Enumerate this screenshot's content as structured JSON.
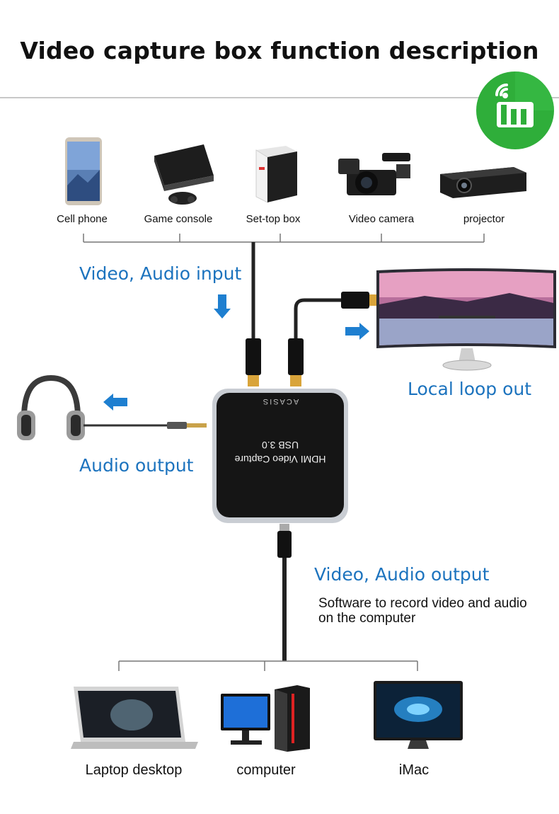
{
  "title": "Video capture box function description",
  "badge": {
    "icon": "wifi-store-logo-icon",
    "color": "#2fae3a"
  },
  "sources": [
    {
      "label": "Cell phone",
      "icon": "cell-phone-icon"
    },
    {
      "label": "Game console",
      "icon": "game-console-icon"
    },
    {
      "label": "Set-top box",
      "icon": "set-top-box-icon"
    },
    {
      "label": "Video camera",
      "icon": "video-camera-icon"
    },
    {
      "label": "projector",
      "icon": "projector-icon"
    }
  ],
  "labels": {
    "input": "Video, Audio input",
    "loop": "Local loop out",
    "audio": "Audio output",
    "output": "Video, Audio output",
    "note_line1": "Software to record video and audio",
    "note_line2": "on the computer"
  },
  "device": {
    "line1": "HDMI Video Capture",
    "line2": "USB 3.0",
    "brand": "ACASIS"
  },
  "targets": [
    {
      "label": "Laptop desktop",
      "icon": "laptop-icon"
    },
    {
      "label": "computer",
      "icon": "desktop-computer-icon"
    },
    {
      "label": "iMac",
      "icon": "imac-icon"
    }
  ],
  "colors": {
    "accent_blue": "#1c73be",
    "arrow_blue": "#1e7fd0"
  }
}
